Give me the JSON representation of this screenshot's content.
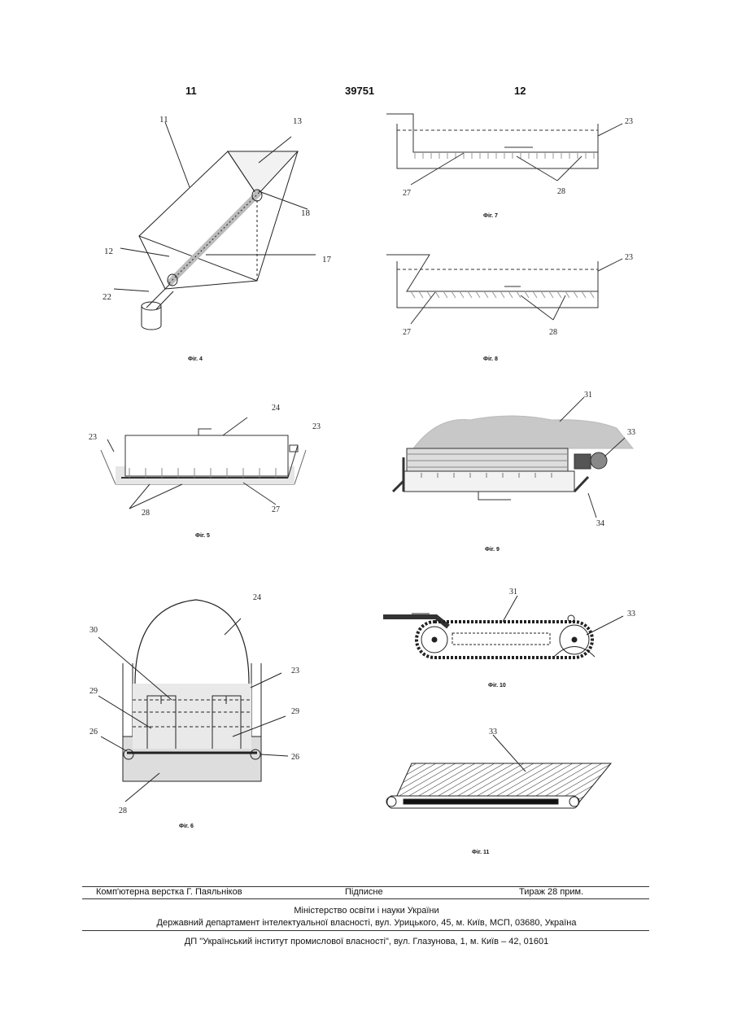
{
  "header": {
    "left_page": "11",
    "doc_number": "39751",
    "right_page": "12"
  },
  "figures": {
    "fig4": {
      "caption": "Фіг. 4",
      "labels": [
        "11",
        "13",
        "18",
        "12",
        "17",
        "22"
      ]
    },
    "fig5": {
      "caption": "Фіг. 5",
      "labels": [
        "24",
        "23",
        "23",
        "28",
        "27"
      ]
    },
    "fig6": {
      "caption": "Фіг. 6",
      "labels": [
        "24",
        "30",
        "23",
        "29",
        "29",
        "26",
        "26",
        "28"
      ]
    },
    "fig7": {
      "caption": "Фіг. 7",
      "labels": [
        "23",
        "27",
        "28"
      ]
    },
    "fig8": {
      "caption": "Фіг. 8",
      "labels": [
        "23",
        "27",
        "28"
      ]
    },
    "fig9": {
      "caption": "Фіг. 9",
      "labels": [
        "31",
        "33",
        "34"
      ]
    },
    "fig10": {
      "caption": "Фіг. 10",
      "labels": [
        "31",
        "33"
      ]
    },
    "fig11": {
      "caption": "Фіг. 11",
      "labels": [
        "33"
      ]
    }
  },
  "footer": {
    "layout_credit": "Комп'ютерна верстка Г. Паяльніков",
    "signed": "Підписне",
    "circulation": "Тираж 28 прим.",
    "ministry": "Міністерство освіти і науки України",
    "department": "Державний департамент інтелектуальної власності, вул. Урицького, 45, м. Київ, МСП, 03680, Україна",
    "institute": "ДП \"Український інститут промислової власності\", вул. Глазунова, 1, м. Київ – 42, 01601"
  }
}
